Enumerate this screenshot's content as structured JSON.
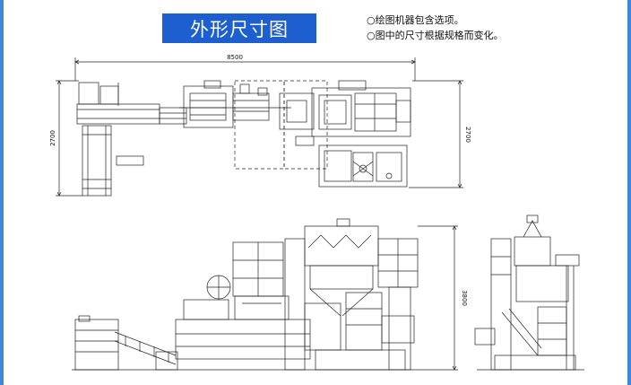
{
  "title": "外形尺寸图",
  "notes": [
    "○绘图机器包含选项。",
    "○图中的尺寸根据规格而变化。"
  ],
  "dimensions": {
    "plan_width": "8500",
    "plan_depth_left": "2700",
    "plan_depth_right": "2700",
    "elevation_height": "3800"
  },
  "colors": {
    "title_bg": "#1e5fd0",
    "border": "#3d86d8",
    "line": "#222222"
  }
}
